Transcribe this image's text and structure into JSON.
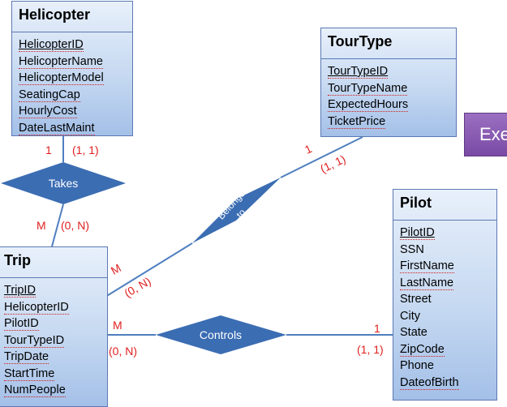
{
  "entities": {
    "helicopter": {
      "title": "Helicopter",
      "attributes": [
        "HelicopterID",
        "HelicopterName",
        "HelicopterModel",
        "SeatingCap",
        "HourlyCost",
        "DateLastMaint"
      ]
    },
    "tourtype": {
      "title": "TourType",
      "attributes": [
        "TourTypeID",
        "TourTypeName",
        "ExpectedHours",
        "TicketPrice"
      ]
    },
    "trip": {
      "title": "Trip",
      "attributes": [
        "TripID",
        "HelicopterID",
        "PilotID",
        "TourTypeID",
        "TripDate",
        "StartTime",
        "NumPeople"
      ]
    },
    "pilot": {
      "title": "Pilot",
      "attributes": [
        "PilotID",
        "SSN",
        "FirstName",
        "LastName",
        "Street",
        "City",
        "State",
        "ZipCode",
        "Phone",
        "DateofBirth"
      ]
    }
  },
  "relationships": {
    "takes": "Takes",
    "belongs_line1": "Belongs",
    "belongs_line2": "to",
    "controls": "Controls"
  },
  "cardinalities": {
    "takes_heli_one": "1",
    "takes_heli_range": "(1, 1)",
    "takes_trip_many": "M",
    "takes_trip_range": "(0, N)",
    "belongs_tour_one": "1",
    "belongs_tour_range": "(1, 1)",
    "belongs_trip_many": "M",
    "belongs_trip_range": "(0, N)",
    "controls_trip_many": "M",
    "controls_trip_range": "(0, N)",
    "controls_pilot_one": "1",
    "controls_pilot_range": "(1, 1)"
  },
  "side_button": "Exe",
  "colors": {
    "diamond": "#3b6db3",
    "line": "#4f7fc0",
    "cardinality": "#e02020",
    "entity_border": "#5b79b3"
  }
}
